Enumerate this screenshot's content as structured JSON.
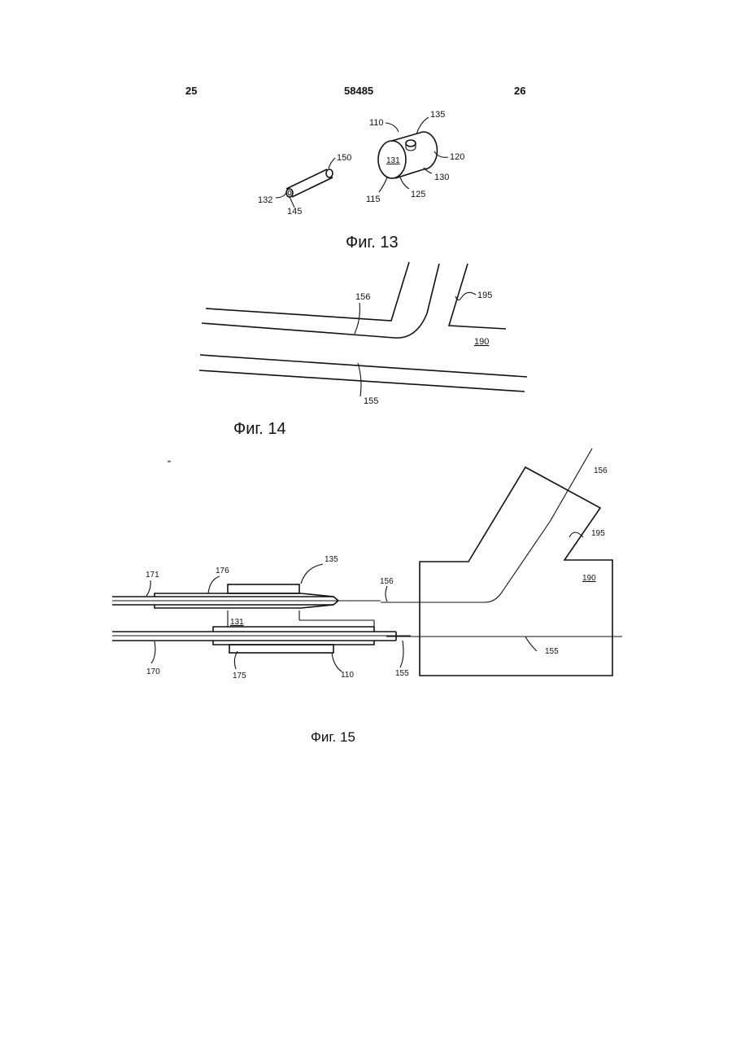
{
  "header": {
    "left_page": "25",
    "patent_number": "58485",
    "right_page": "26"
  },
  "figures": [
    {
      "caption": "Фиг. 13",
      "labels": [
        "110",
        "135",
        "131",
        "120",
        "130",
        "125",
        "115",
        "150",
        "132",
        "145"
      ]
    },
    {
      "caption": "Фиг. 14",
      "labels": [
        "156",
        "195",
        "190",
        "155"
      ]
    },
    {
      "caption": "Фиг. 15",
      "labels": [
        "156",
        "195",
        "190",
        "155",
        "171",
        "176",
        "135",
        "156",
        "131",
        "170",
        "175",
        "110",
        "155"
      ]
    }
  ]
}
